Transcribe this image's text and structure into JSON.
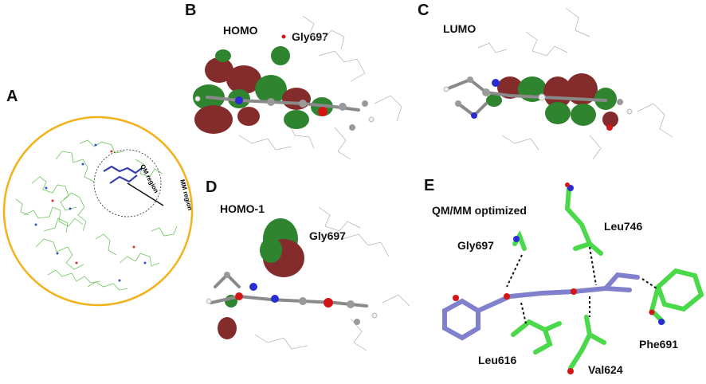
{
  "panels": {
    "a": {
      "letter": "A",
      "qm_label": "QM region",
      "mm_label": "MM region",
      "ring_color": "#f3b21c",
      "residue_color": "#5fbf4a",
      "ligand_color": "#3a3fb0"
    },
    "b": {
      "letter": "B",
      "orbital": "HOMO",
      "residue": "Gly697"
    },
    "c": {
      "letter": "C",
      "orbital": "LUMO"
    },
    "d": {
      "letter": "D",
      "orbital": "HOMO-1",
      "residue": "Gly697"
    },
    "e": {
      "letter": "E",
      "title": "QM/MM optimized",
      "residues": [
        "Gly697",
        "Leu746",
        "Phe691",
        "Leu616",
        "Val624"
      ]
    }
  },
  "colors": {
    "lobe_positive": "#7a1b1b",
    "lobe_negative": "#1e7a1e",
    "carbon": "#9a9a9a",
    "nitrogen": "#2b2bd6",
    "oxygen": "#d41515",
    "stick_carbon": "#4ad94a",
    "stick_ligand": "#8080cc"
  }
}
